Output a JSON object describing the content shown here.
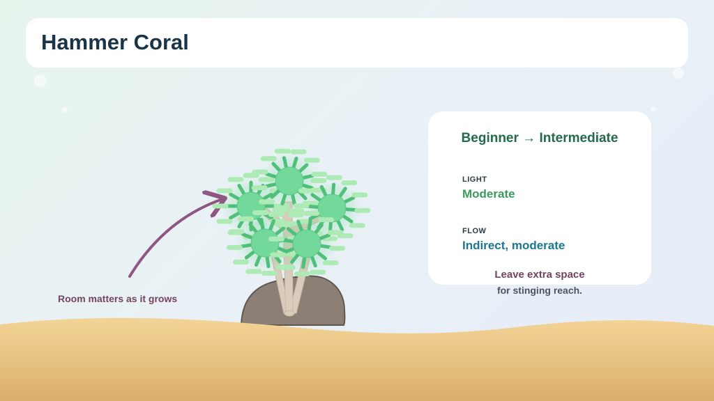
{
  "page": {
    "title": "Hammer Coral"
  },
  "info_card": {
    "level": "Beginner → Intermediate",
    "light": {
      "label": "LIGHT",
      "value": "Moderate"
    },
    "flow": {
      "label": "FLOW",
      "value": "Indirect, moderate"
    }
  },
  "notes": {
    "space_strong": "Leave extra space",
    "space_light": "for stinging reach.",
    "growth_callout": "Room matters as it grows"
  },
  "colors": {
    "title": "#183446",
    "level": "#23694a",
    "light_value": "#3c9a5e",
    "flow_value": "#1c7790",
    "accent_plum": "#74435f",
    "arrow": "#8e5680",
    "polyp": "#72d99a",
    "tentacle_stem": "#4fbf7a",
    "tentacle_tip": "#aeeab6",
    "rock": "#8c7f76",
    "stem": "#d8ccba",
    "sand_top": "#f3d497",
    "sand_bottom": "#dcb46e"
  },
  "icons": {
    "coral": "hammer-coral-illustration",
    "rock": "rock-base",
    "arrow": "curved-arrow-icon"
  }
}
